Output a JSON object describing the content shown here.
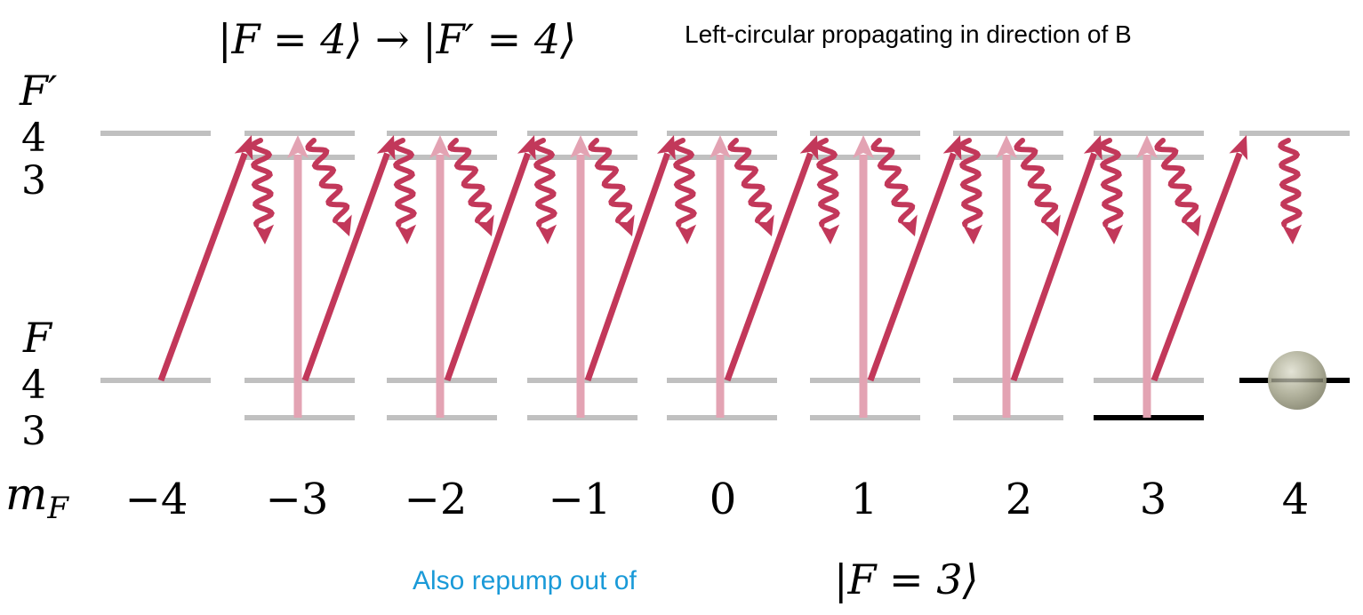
{
  "title": {
    "transition": "|F = 4⟩ → |F′ = 4⟩",
    "caption": "Left-circular propagating in direction of B"
  },
  "labels": {
    "excited_manifold": "F′",
    "ground_manifold": "F",
    "excited_upper": "4",
    "excited_lower": "3",
    "ground_upper": "4",
    "ground_lower": "3",
    "mf_axis": "m",
    "mf_axis_sub": "F"
  },
  "mf_values": [
    "−4",
    "−3",
    "−2",
    "−1",
    "0",
    "1",
    "2",
    "3",
    "4"
  ],
  "repump": {
    "text": "Also repump out of",
    "state": "|F = 3⟩"
  },
  "colors": {
    "level": "#c0c0c0",
    "populated_level": "#000000",
    "pump_arrow": "#c2385a",
    "repump_arrow": "#e3a3b3",
    "decay": "#c2385a",
    "caption_blue": "#1a9ad8",
    "atom": "#a8a890"
  }
}
